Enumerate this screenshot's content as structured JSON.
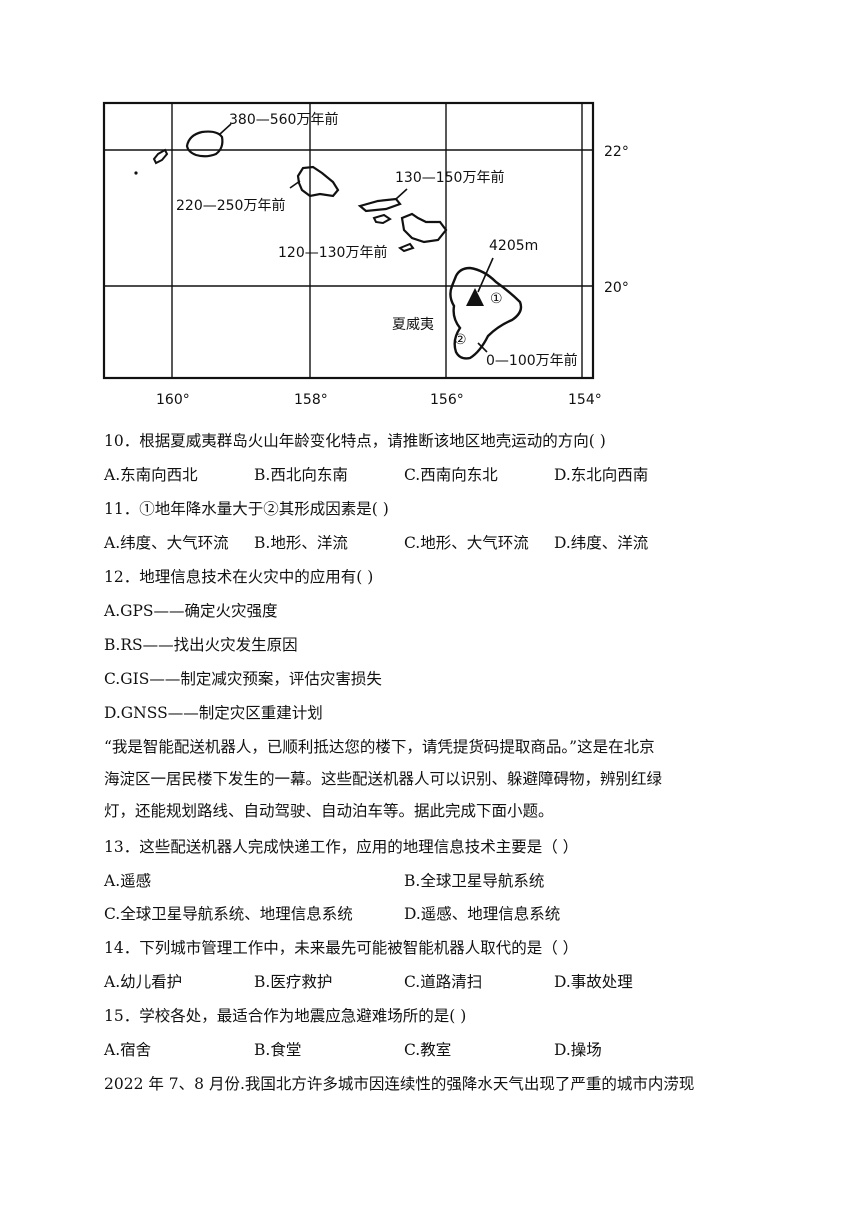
{
  "map": {
    "lat_labels": [
      "22°",
      "20°"
    ],
    "lon_labels": [
      "160°",
      "158°",
      "156°",
      "154°"
    ],
    "age_labels": {
      "kauai": "380—560万年前",
      "oahu": "220—250万年前",
      "molokai": "130—150万年前",
      "maui": "120—130万年前",
      "hawaii": "0—100万年前"
    },
    "peak_label": "4205m",
    "island_name": "夏威夷",
    "marker_1": "①",
    "marker_2": "②"
  },
  "questions": [
    {
      "stem": "10．根据夏威夷群岛火山年龄变化特点，请推断该地区地壳运动的方向(   )",
      "options": [
        "A.东南向西北",
        "B.西北向东南",
        "C.西南向东北",
        "D.东北向西南"
      ]
    },
    {
      "stem": "11．①地年降水量大于②其形成因素是(   )",
      "options": [
        "A.纬度、大气环流",
        "B.地形、洋流",
        "C.地形、大气环流",
        "D.纬度、洋流"
      ]
    },
    {
      "stem": "12．地理信息技术在火灾中的应用有(   )",
      "options": [
        "A.GPS——确定火灾强度",
        "B.RS——找出火灾发生原因",
        "C.GIS——制定减灾预案，评估灾害损失",
        "D.GNSS——制定灾区重建计划"
      ]
    },
    {
      "stem": "13．这些配送机器人完成快递工作，应用的地理信息技术主要是（    ）",
      "options": [
        "A.遥感",
        "B.全球卫星导航系统",
        "C.全球卫星导航系统、地理信息系统",
        "D.遥感、地理信息系统"
      ]
    },
    {
      "stem": "14．下列城市管理工作中，未来最先可能被智能机器人取代的是（    ）",
      "options": [
        "A.幼儿看护",
        "B.医疗救护",
        "C.道路清扫",
        "D.事故处理"
      ]
    },
    {
      "stem": "15．学校各处，最适合作为地震应急避难场所的是(   )",
      "options": [
        "A.宿舍",
        "B.食堂",
        "C.教室",
        "D.操场"
      ]
    }
  ],
  "passage_robot": [
    "“我是智能配送机器人，已顺利抵达您的楼下，请凭提货码提取商品。”这是在北京",
    "海淀区一居民楼下发生的一幕。这些配送机器人可以识别、躲避障碍物，辨别红绿",
    "灯，还能规划路线、自动驾驶、自动泊车等。据此完成下面小题。"
  ],
  "passage_flood": "2022  年  7、8  月份.我国北方许多城市因连续性的强降水天气出现了严重的城市内涝现"
}
